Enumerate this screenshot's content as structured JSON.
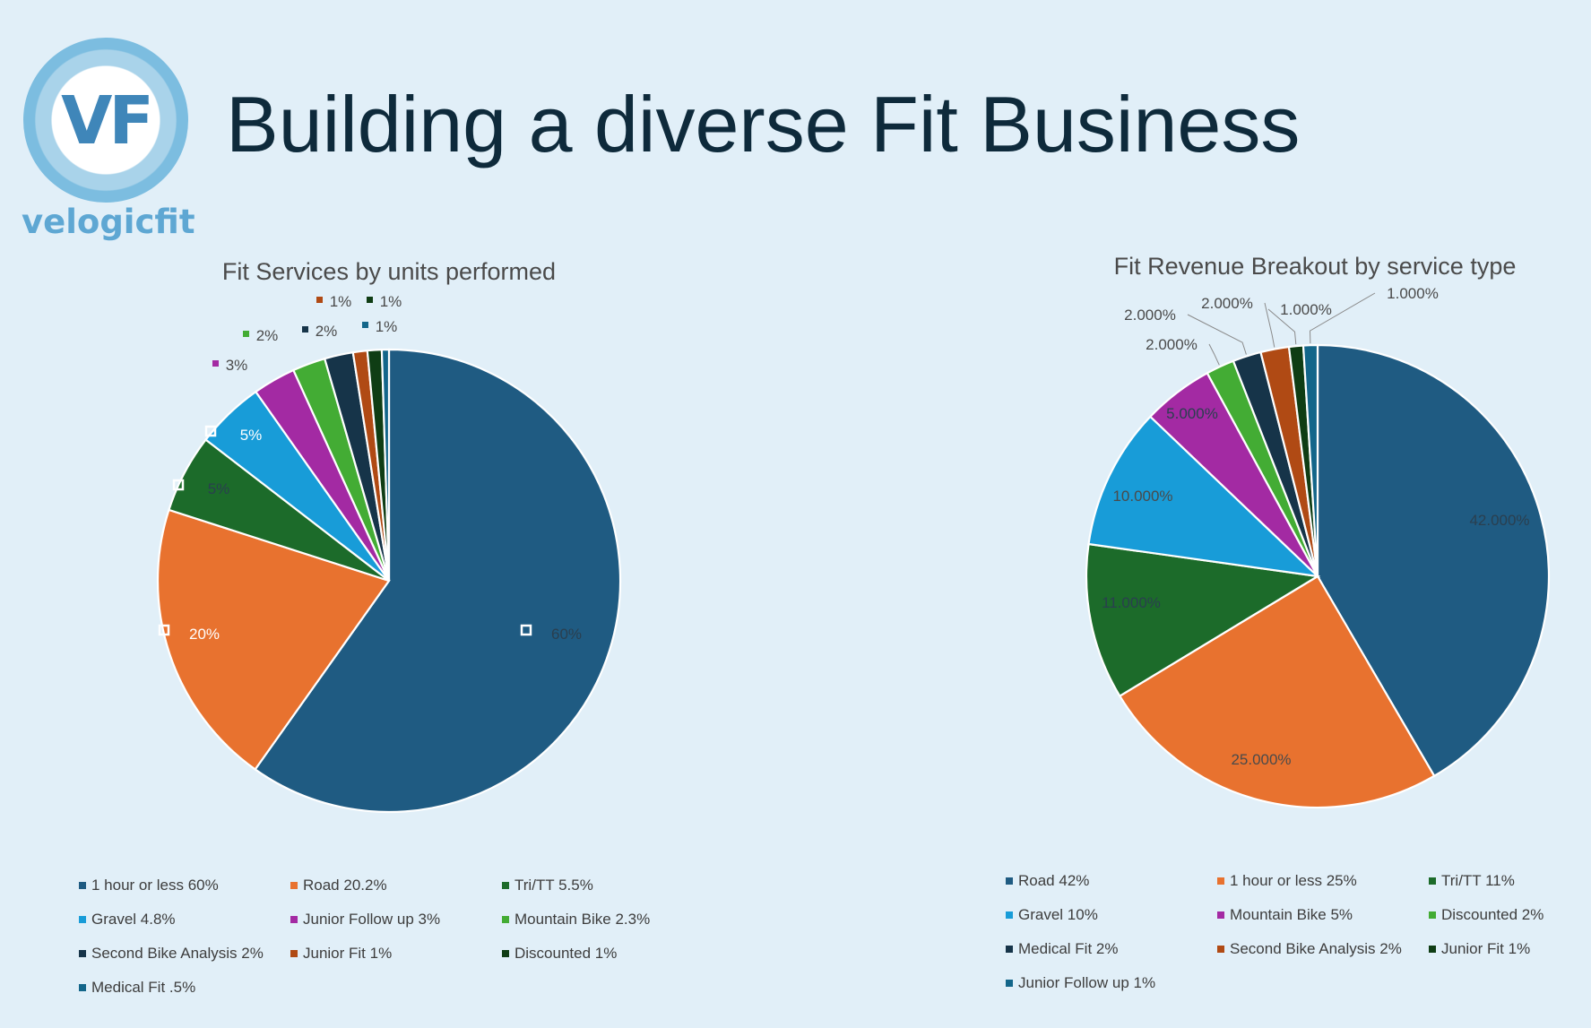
{
  "logo": {
    "monogram": "VF",
    "wordmark": "velogicfit"
  },
  "page_title": "Building a diverse Fit Business",
  "chart_data": [
    {
      "type": "pie",
      "title": "Fit Services by units performed",
      "start_angle_deg": 0,
      "direction": "clockwise",
      "categories": [
        "1 hour or less",
        "Road",
        "Tri/TT",
        "Gravel",
        "Junior Follow up",
        "Mountain Bike",
        "Second Bike Analysis",
        "Junior Fit",
        "Discounted",
        "Medical Fit"
      ],
      "values": [
        60,
        20.2,
        5.5,
        4.8,
        3,
        2.3,
        2,
        1,
        1,
        0.5
      ],
      "colors": [
        "#1f5b82",
        "#e8722f",
        "#1c6b2a",
        "#189cd8",
        "#a32aa3",
        "#43ac34",
        "#163449",
        "#b04a14",
        "#0f3d14",
        "#13668a"
      ],
      "data_labels": [
        "60%",
        "20%",
        "5%",
        "5%",
        "3%",
        "2%",
        "2%",
        "1%",
        "1%",
        "1%"
      ],
      "legend_labels": [
        "1 hour or less 60%",
        "Road 20.2%",
        "Tri/TT 5.5%",
        "Gravel 4.8%",
        "Junior Follow up 3%",
        "Mountain Bike 2.3%",
        "Second Bike Analysis 2%",
        "Junior Fit 1%",
        "Discounted 1%",
        "Medical Fit .5%"
      ],
      "legend_position": "bottom"
    },
    {
      "type": "pie",
      "title": "Fit Revenue Breakout by service type",
      "start_angle_deg": 0,
      "direction": "clockwise",
      "categories": [
        "Road",
        "1 hour or less",
        "Tri/TT",
        "Gravel",
        "Mountain Bike",
        "Discounted",
        "Medical Fit",
        "Second Bike Analysis",
        "Junior Fit",
        "Junior Follow up"
      ],
      "values": [
        42,
        25,
        11,
        10,
        5,
        2,
        2,
        2,
        1,
        1
      ],
      "colors": [
        "#1f5b82",
        "#e8722f",
        "#1c6b2a",
        "#189cd8",
        "#a32aa3",
        "#43ac34",
        "#163449",
        "#b04a14",
        "#0f3d14",
        "#13668a"
      ],
      "data_labels": [
        "42.000%",
        "25.000%",
        "11.000%",
        "10.000%",
        "5.000%",
        "2.000%",
        "2.000%",
        "2.000%",
        "1.000%",
        "1.000%"
      ],
      "legend_labels": [
        "Road 42%",
        "1 hour or less 25%",
        "Tri/TT 11%",
        "Gravel 10%",
        "Mountain Bike 5%",
        "Discounted 2%",
        "Medical Fit 2%",
        "Second Bike Analysis 2%",
        "Junior Fit 1%",
        "Junior Follow up 1%"
      ],
      "legend_position": "bottom"
    }
  ]
}
